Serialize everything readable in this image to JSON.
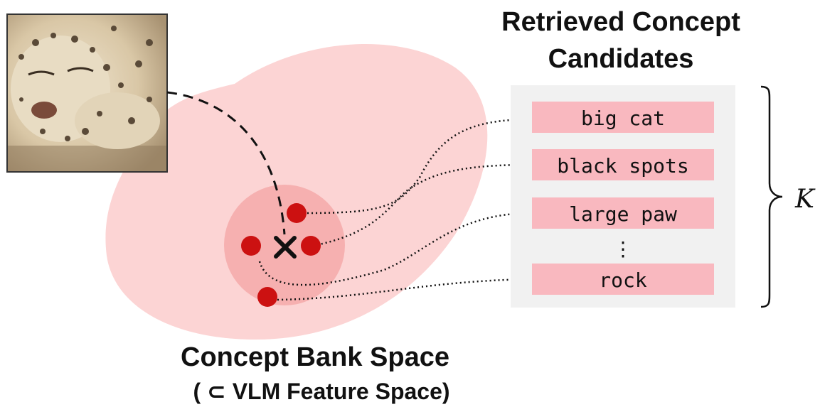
{
  "heading": {
    "line1": "Retrieved Concept",
    "line2": "Candidates"
  },
  "concept_space": {
    "label_line1": "Concept Bank Space",
    "label_line2": "( ⊂ VLM Feature Space)"
  },
  "candidates": [
    {
      "label": "big cat"
    },
    {
      "label": "black spots"
    },
    {
      "label": "large paw"
    },
    {
      "label": "rock"
    }
  ],
  "ellipsis": "⋮",
  "k_label": "K",
  "image": {
    "subject": "snow leopard"
  },
  "colors": {
    "space_fill": "#fcd4d4",
    "neighborhood_fill": "#f6b0b0",
    "concept_dot": "#cc1111",
    "candidate_box": "#f9b8bf",
    "panel_bg": "#f1f1f1"
  }
}
